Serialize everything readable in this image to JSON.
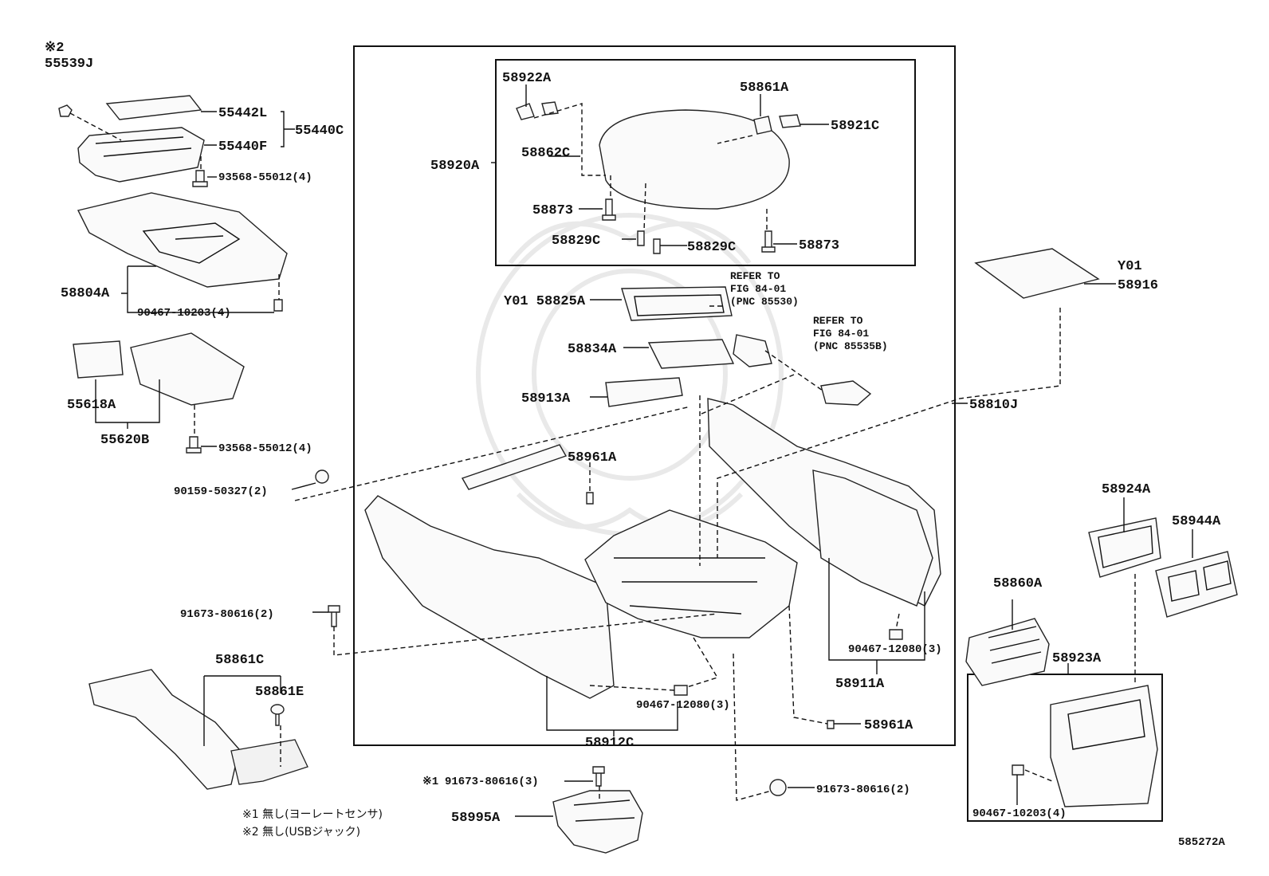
{
  "diagram_id": "585272A",
  "notes": {
    "mark1": "※2",
    "n1": "※1 無し(ヨーレートセンサ)",
    "n2": "※2 無し(USBジャック)",
    "mark_bolt": "※1"
  },
  "labels": {
    "p55539J": "55539J",
    "p55442L": "55442L",
    "p55440C": "55440C",
    "p55440F": "55440F",
    "p93568a": "93568-55012(4)",
    "p58804A": "58804A",
    "p90467_10203a": "90467-10203(4)",
    "p55618A": "55618A",
    "p55620B": "55620B",
    "p93568b": "93568-55012(4)",
    "p90159": "90159-50327(2)",
    "p91673a": "91673-80616(2)",
    "p58861C": "58861C",
    "p58861E": "58861E",
    "p58922A": "58922A",
    "p58861A": "58861A",
    "p58921C": "58921C",
    "p58862C": "58862C",
    "p58920A": "58920A",
    "p58873a": "58873",
    "p58829Ca": "58829C",
    "p58829Cb": "58829C",
    "p58873b": "58873",
    "refer1": [
      "REFER TO",
      "FIG 84-01",
      "(PNC 85530)"
    ],
    "refer2": [
      "REFER TO",
      "FIG 84-01",
      "(PNC 85535B)"
    ],
    "p58825A": "Y01 58825A",
    "p58834A": "58834A",
    "p58913A": "58913A",
    "p58961Aa": "58961A",
    "p58810J": "58810J",
    "pY01": "Y01",
    "p58916": "58916",
    "p90467_12080a": "90467-12080(3)",
    "p58911A": "58911A",
    "p90467_12080b": "90467-12080(3)",
    "p58961Ab": "58961A",
    "p58912C": "58912C",
    "p91673b": "91673-80616(3)",
    "p58995A": "58995A",
    "p91673c": "91673-80616(2)",
    "p58924A": "58924A",
    "p58944A": "58944A",
    "p58860A": "58860A",
    "p58923A": "58923A",
    "p90467_10203b": "90467-10203(4)"
  }
}
